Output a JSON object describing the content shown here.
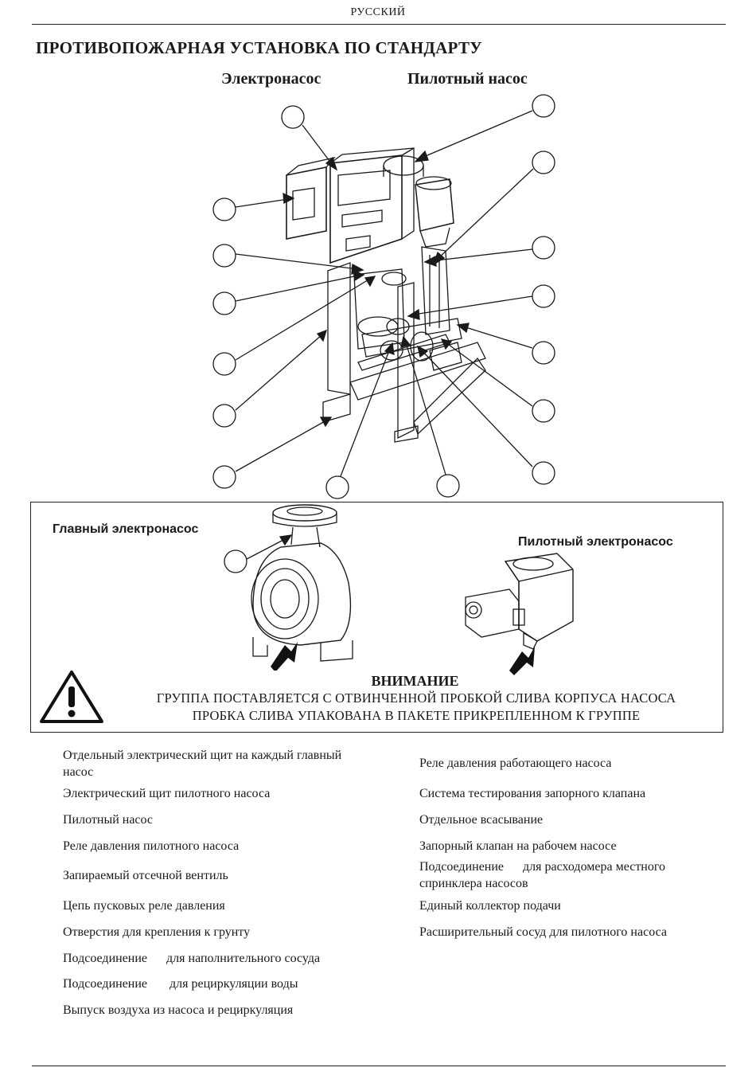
{
  "header": {
    "language": "РУССКИЙ"
  },
  "title": "ПРОТИВОПОЖАРНАЯ УСТАНОВКА ПО СТАНДАРТУ",
  "diagram": {
    "label_main": "Электронасос",
    "label_pilot": "Пилотный насос"
  },
  "notice_box": {
    "main_pump_label": "Главный электронасос",
    "pilot_pump_label": "Пилотный электронасос",
    "warning_title": "ВНИМАНИЕ",
    "warning_line1": "ГРУППА ПОСТАВЛЯЕТСЯ С ОТВИНЧЕННОЙ ПРОБКОЙ СЛИВА КОРПУСА НАСОСА",
    "warning_line2": "ПРОБКА СЛИВА УПАКОВАНА В ПАКЕТЕ  ПРИКРЕПЛЕННОМ К ГРУППЕ"
  },
  "legend_left": [
    "Отдельный электрический щит на каждый главный насос",
    "Электрический щит пилотного насоса",
    "Пилотный насос",
    "Реле давления пилотного насоса",
    "Запираемый отсечной вентиль",
    "Цепь пусковых реле давления",
    "Отверстия для крепления к грунту",
    "Подсоединение      для наполнительного сосуда",
    "Подсоединение       для рециркуляции воды",
    "Выпуск воздуха из насоса и рециркуляция"
  ],
  "legend_right": [
    "Реле давления работающего насоса",
    "Система тестирования запорного клапана",
    "Отдельное всасывание",
    "Запорный клапан на рабочем насосе",
    "Подсоединение      для расходомера местного спринклера насосов",
    "Единый коллектор подачи",
    "Расширительный сосуд для пилотного насоса"
  ]
}
